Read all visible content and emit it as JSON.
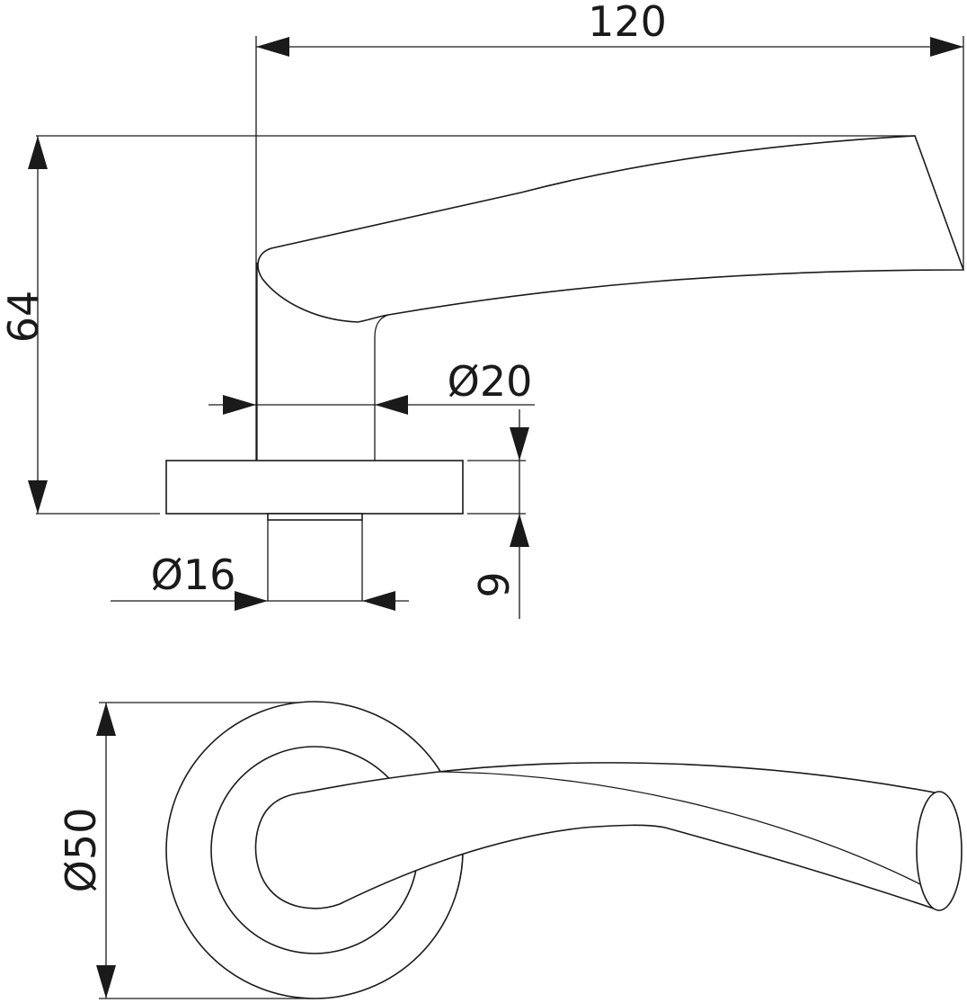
{
  "drawing": {
    "front_view": {
      "width_dimension": "120",
      "height_dimension": "64",
      "neck_diameter": "Ø20",
      "rose_thickness": "9",
      "spindle_diameter": "Ø16"
    },
    "top_view": {
      "rose_diameter": "Ø50"
    },
    "colors": {
      "line": "#1a1a1a",
      "background": "#ffffff"
    }
  }
}
